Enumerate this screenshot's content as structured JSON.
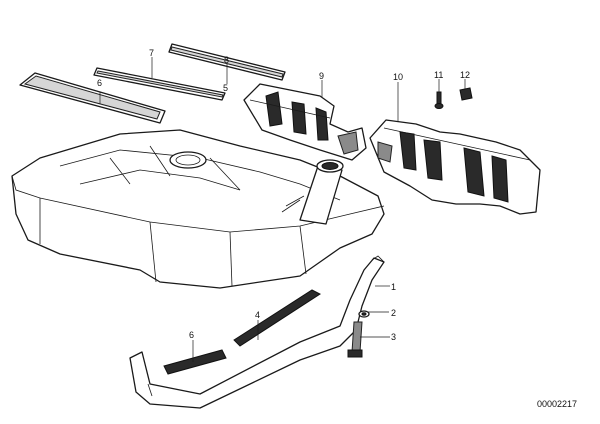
{
  "callouts": [
    {
      "id": "c1",
      "label": "1"
    },
    {
      "id": "c2",
      "label": "2"
    },
    {
      "id": "c3",
      "label": "3"
    },
    {
      "id": "c4",
      "label": "4"
    },
    {
      "id": "c5",
      "label": "5"
    },
    {
      "id": "c6a",
      "label": "6"
    },
    {
      "id": "c6b",
      "label": "6"
    },
    {
      "id": "c7",
      "label": "7"
    },
    {
      "id": "c8",
      "label": "8"
    },
    {
      "id": "c9",
      "label": "9"
    },
    {
      "id": "c10",
      "label": "10"
    },
    {
      "id": "c11",
      "label": "11"
    },
    {
      "id": "c12",
      "label": "12"
    }
  ],
  "diagram_number": "00002217"
}
